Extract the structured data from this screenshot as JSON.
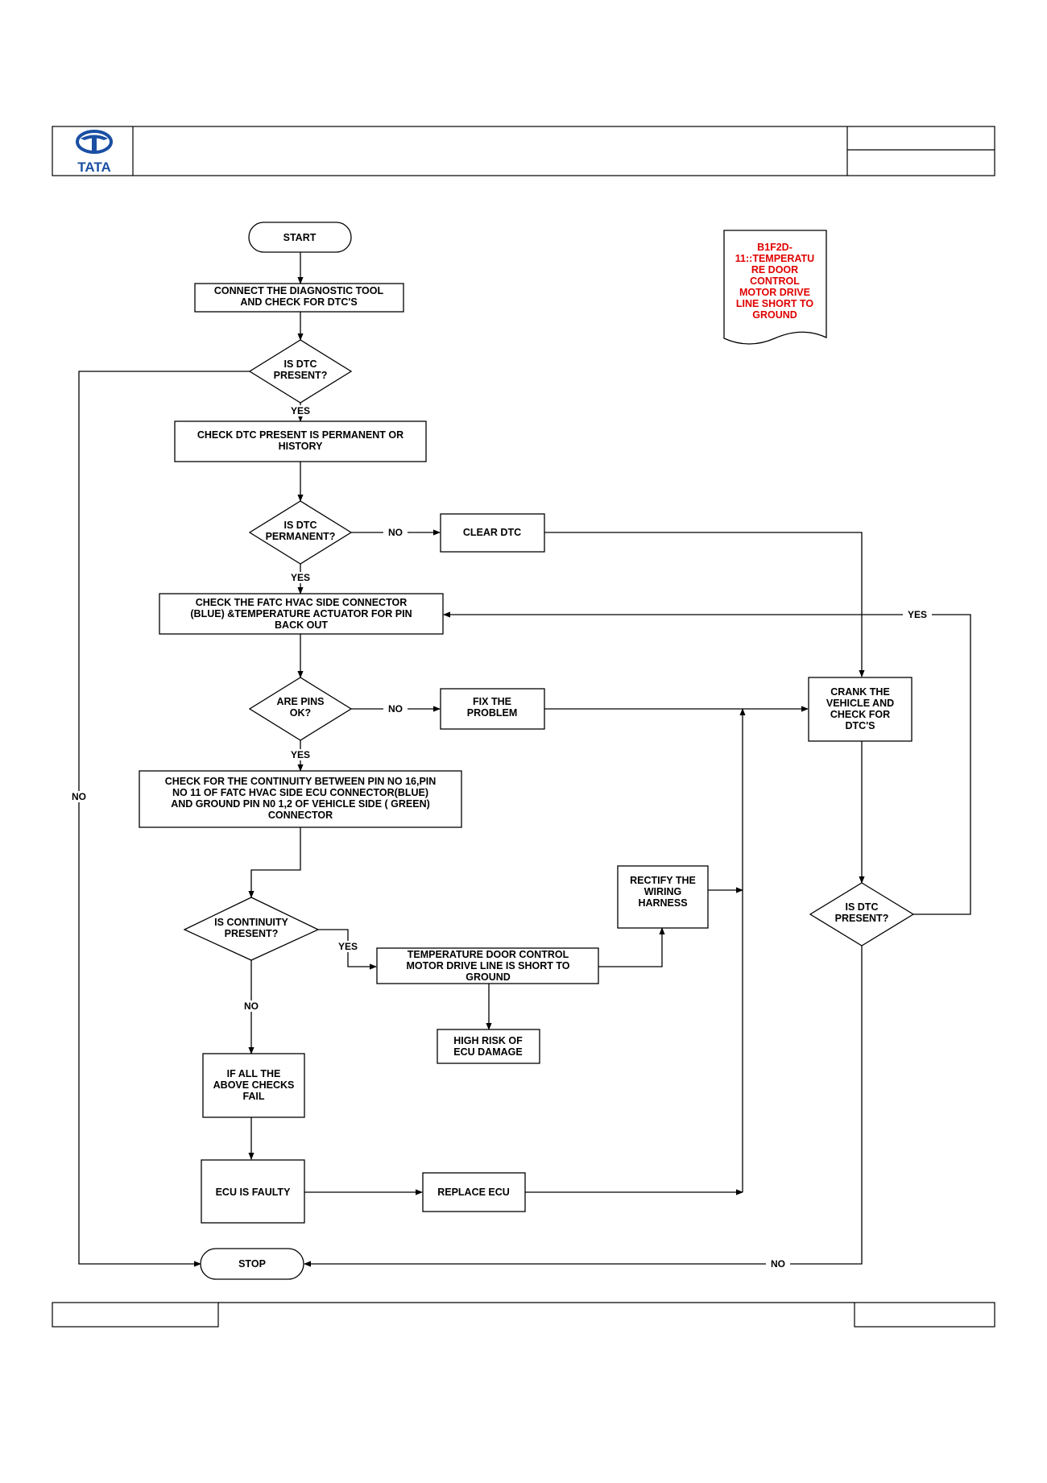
{
  "header": {
    "logo_text": "TATA",
    "brand_color": "#1a4fa3"
  },
  "nodes": {
    "start": "START",
    "connect": [
      "CONNECT THE DIAGNOSTIC TOOL",
      "AND CHECK FOR  DTC'S"
    ],
    "dtc_present_1": [
      "IS  DTC",
      "PRESENT?"
    ],
    "check_permanent": [
      "CHECK DTC  PRESENT IS PERMANENT OR",
      "HISTORY"
    ],
    "dtc_permanent": [
      "IS  DTC",
      "PERMANENT?"
    ],
    "clear_dtc": [
      "CLEAR DTC"
    ],
    "check_connector": [
      "CHECK THE FATC HVAC SIDE CONNECTOR",
      "(BLUE) &TEMPERATURE ACTUATOR FOR PIN",
      "BACK OUT"
    ],
    "pins_ok": [
      "ARE PINS",
      "OK?"
    ],
    "fix_problem": [
      "FIX THE",
      "PROBLEM"
    ],
    "crank": [
      "CRANK THE",
      "VEHICLE AND",
      "CHECK FOR",
      "DTC'S"
    ],
    "check_continuity": [
      "CHECK FOR THE CONTINUITY BETWEEN PIN NO 16,PIN",
      "NO 11 OF FATC HVAC SIDE ECU CONNECTOR(BLUE)",
      "AND  GROUND  PIN N0 1,2 OF VEHICLE SIDE ( GREEN)",
      "CONNECTOR"
    ],
    "continuity_present": [
      "IS CONTINUITY",
      "PRESENT?"
    ],
    "short_to_ground": [
      "TEMPERATURE DOOR CONTROL",
      "MOTOR DRIVE LINE IS SHORT TO",
      "GROUND"
    ],
    "rectify": [
      "RECTIFY THE",
      "WIRING",
      "HARNESS"
    ],
    "high_risk": [
      "HIGH RISK OF",
      "ECU DAMAGE"
    ],
    "all_fail": [
      "IF ALL THE",
      "ABOVE CHECKS",
      "FAIL"
    ],
    "ecu_faulty": [
      "ECU IS FAULTY"
    ],
    "replace_ecu": [
      "REPLACE ECU"
    ],
    "dtc_present_2": [
      "IS  DTC",
      "PRESENT?"
    ],
    "stop": "STOP",
    "dtc_title": [
      "B1F2D-",
      "11::TEMPERATU",
      "RE DOOR",
      "CONTROL",
      "MOTOR DRIVE",
      "LINE SHORT TO",
      "GROUND"
    ]
  },
  "labels": {
    "yes": "YES",
    "no": "NO"
  },
  "colors": {
    "title_text": "#e00000",
    "line": "#000000"
  }
}
